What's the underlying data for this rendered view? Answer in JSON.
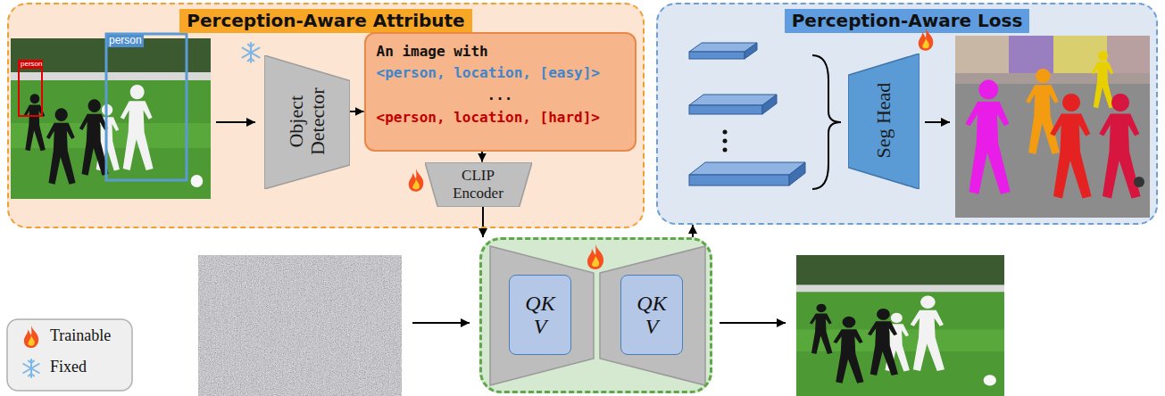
{
  "diagram": {
    "nodes": [
      {
        "text": [
          "Perception-Aware Attribute"
        ]
      },
      {
        "text": [
          "Object Detector"
        ],
        "in": 0
      },
      {
        "text": [
          "An image with",
          "<person, location, [easy]>",
          "...",
          "<person, location, [hard]>"
        ],
        "in": 0
      },
      {
        "text": [
          "CLIP Encoder"
        ],
        "in": 0
      },
      {
        "text": [
          "Perception-Aware Loss"
        ]
      },
      {
        "text": [
          "Seg Head"
        ],
        "in": 4
      },
      {
        "text": []
      },
      {
        "text": [
          "QK V"
        ],
        "in": 6
      },
      {
        "text": [
          "QK V"
        ],
        "in": 6
      }
    ],
    "edges": [
      {
        "from": 1,
        "to": 2,
        "arrow": "to"
      },
      {
        "from": 2,
        "to": 3,
        "arrow": "to"
      },
      {
        "from": 3,
        "to": 6,
        "arrow": "to"
      },
      {
        "from": 6,
        "to": 4,
        "arrow": "to"
      }
    ],
    "labels": [
      "person",
      "person"
    ],
    "legend": [
      {
        "text": "Trainable"
      },
      {
        "text": "Fixed"
      }
    ]
  }
}
